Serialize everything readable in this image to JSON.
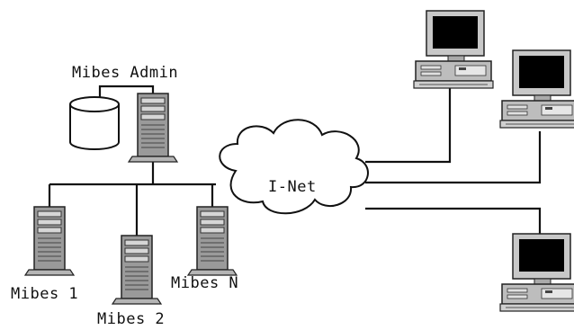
{
  "labels": {
    "admin": "Mibes Admin",
    "internet": "I-Net",
    "node1": "Mibes 1",
    "node2": "Mibes 2",
    "nodeN": "Mibes N"
  }
}
